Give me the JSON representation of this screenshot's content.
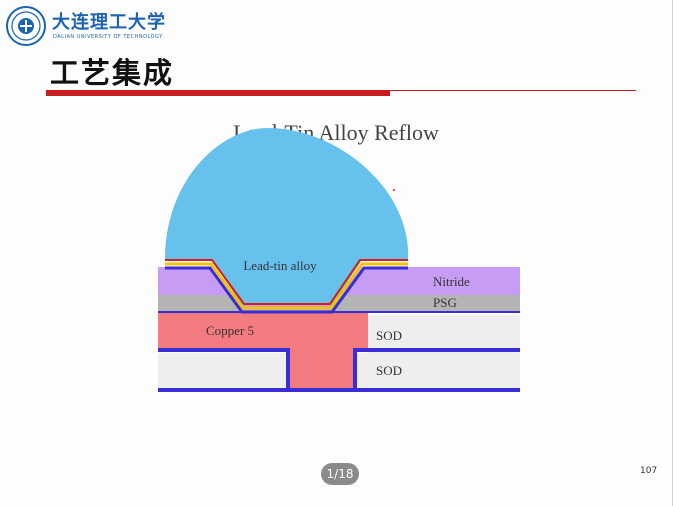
{
  "header": {
    "university_cn": "大连理工大学",
    "university_en": "DALIAN UNIVERSITY OF TECHNOLOGY"
  },
  "slide": {
    "title": "工艺集成",
    "page_indicator": "1/18",
    "slide_number": "107"
  },
  "diagram": {
    "heading": "Lead-Tin Alloy Reflow",
    "labels": {
      "alloy": "Lead-tin alloy",
      "nitride": "Nitride",
      "psg": "PSG",
      "copper": "Copper 5",
      "sod_upper": "SOD",
      "sod_lower": "SOD"
    },
    "colors": {
      "alloy": "#66c2ec",
      "nitride": "#c79cf5",
      "psg": "#b4b4b4",
      "copper": "#f47c80",
      "sod": "#eeeeee",
      "barrier_blue": "#3a2cd6",
      "yellow_layer": "#f2c300",
      "red_layer": "#d81e1e"
    }
  }
}
